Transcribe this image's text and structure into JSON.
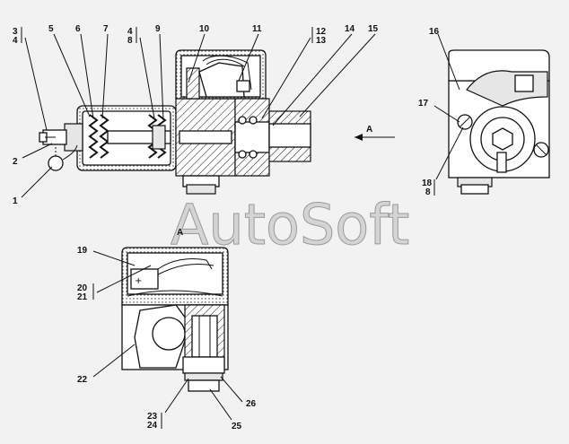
{
  "watermark": "AutoSoft",
  "view_label": "A",
  "section_label": "A",
  "callouts": {
    "c1": "1",
    "c2": "2",
    "c3": "3",
    "c4a": "4",
    "c5": "5",
    "c6": "6",
    "c7": "7",
    "c4b": "4",
    "c8a": "8",
    "c9": "9",
    "c10": "10",
    "c11": "11",
    "c12": "12",
    "c13": "13",
    "c14": "14",
    "c15": "15",
    "c16": "16",
    "c17": "17",
    "c18": "18",
    "c8b": "8",
    "c19": "19",
    "c20": "20",
    "c21": "21",
    "c22": "22",
    "c23": "23",
    "c24": "24",
    "c25": "25",
    "c26": "26"
  }
}
